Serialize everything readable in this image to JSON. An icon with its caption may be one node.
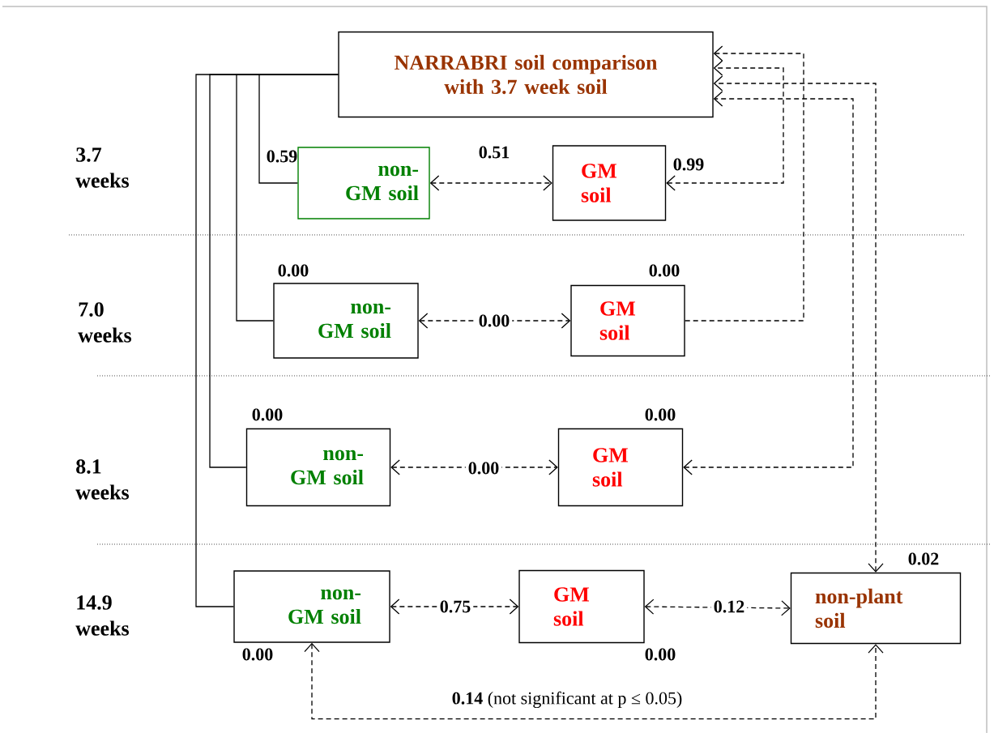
{
  "diagram": {
    "nodes": [
      {
        "text": [
          "NARRABRI soil comparison with 3.7 week soil"
        ]
      },
      {
        "text": [
          "non-GM soil"
        ],
        "beside": [
          "0.59"
        ]
      },
      {
        "text": [
          "GM soil"
        ],
        "beside": [
          "0.99"
        ]
      },
      {
        "text": [
          "non-GM soil"
        ],
        "beside": [
          "0.00"
        ]
      },
      {
        "text": [
          "GM soil"
        ],
        "beside": [
          "0.00"
        ]
      },
      {
        "text": [
          "non-GM soil"
        ],
        "beside": [
          "0.00"
        ]
      },
      {
        "text": [
          "GM soil"
        ],
        "beside": [
          "0.00"
        ]
      },
      {
        "text": [
          "non-GM soil"
        ],
        "beside": [
          "0.00"
        ]
      },
      {
        "text": [
          "GM soil"
        ],
        "beside": [
          "0.00"
        ]
      },
      {
        "text": [
          "non-plant soil"
        ],
        "beside": [
          "0.02"
        ]
      }
    ],
    "edges": [
      {
        "from": 0,
        "to": 1,
        "arrow": "none"
      },
      {
        "from": 0,
        "to": 3,
        "arrow": "none"
      },
      {
        "from": 0,
        "to": 5,
        "arrow": "none"
      },
      {
        "from": 0,
        "to": 7,
        "arrow": "none"
      },
      {
        "from": 1,
        "to": 2,
        "arrow": "both",
        "style": "dashed",
        "label": "0.51"
      },
      {
        "from": 2,
        "to": 0,
        "arrow": "both",
        "style": "dashed"
      },
      {
        "from": 3,
        "to": 4,
        "arrow": "both",
        "style": "dashed",
        "label": "0.00"
      },
      {
        "from": 4,
        "to": 0,
        "arrow": "to",
        "style": "dashed"
      },
      {
        "from": 5,
        "to": 6,
        "arrow": "both",
        "style": "dashed",
        "label": "0.00"
      },
      {
        "from": 6,
        "to": 0,
        "arrow": "both",
        "style": "dashed"
      },
      {
        "from": 7,
        "to": 8,
        "arrow": "both",
        "style": "dashed",
        "label": "0.75"
      },
      {
        "from": 8,
        "to": 9,
        "arrow": "both",
        "style": "dashed",
        "label": "0.12"
      },
      {
        "from": 9,
        "to": 0,
        "arrow": "both",
        "style": "dashed"
      },
      {
        "from": 7,
        "to": 9,
        "arrow": "both",
        "style": "dashed",
        "label": "**0.14** (not significant at p ≤ 0.05)"
      }
    ],
    "labels": [
      "3.7 weeks",
      "7.0 weeks",
      "8.1 weeks",
      "14.9 weeks"
    ]
  }
}
